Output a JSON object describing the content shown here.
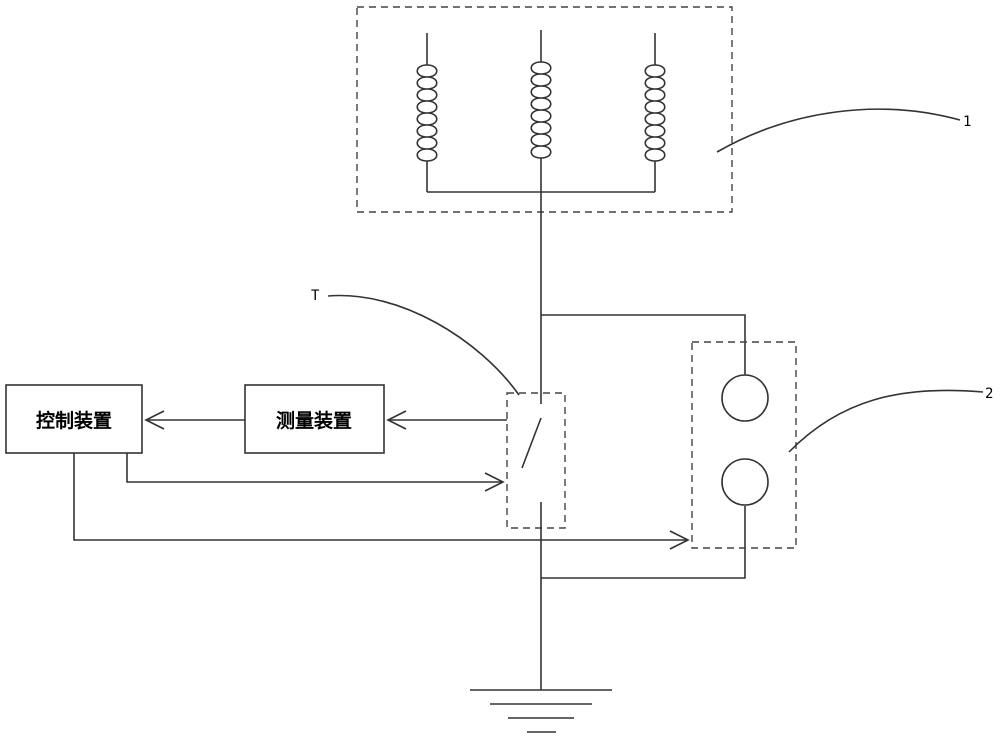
{
  "diagram": {
    "boxes": {
      "control": "控制装置",
      "measurement": "测量装置"
    },
    "callouts": {
      "transformer": "1",
      "switch": "T",
      "lamps": "2"
    }
  }
}
